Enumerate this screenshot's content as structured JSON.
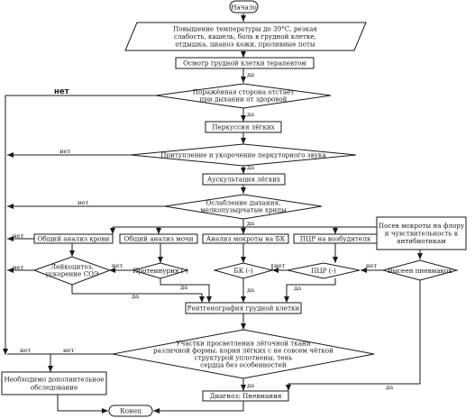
{
  "nodes": {
    "start": [
      "Начало"
    ],
    "symptoms": [
      "Повышение температуры до 39°С, резкая",
      "слабость, кашель, боль в грудной клетке,",
      "отдышка, цианоз кожи, проливные поты"
    ],
    "exam": [
      "Осмотр грудной клетки терапевтом"
    ],
    "lag": [
      "Поражённая сторона отстаёт",
      "при дыхании от здоровой"
    ],
    "percussion": [
      "Перкуссия лёгких"
    ],
    "dullness": [
      "Притупление и укорочение перкуторного звука"
    ],
    "auscultation": [
      "Аускультация лёгких"
    ],
    "weakening": [
      "Ослабление дыхания,",
      "мелкопузырчатые хрипы"
    ],
    "blood": [
      "Общий анализ крови"
    ],
    "urine": [
      "Общий анализ мочи"
    ],
    "sputum": [
      "Анализ мокроты на БК"
    ],
    "pcr": [
      "ПЦР на возбудителя"
    ],
    "culture": [
      "Посев мокроты на флору",
      "и чувствительность к",
      "антибиотикам"
    ],
    "leuko": [
      "Лейкоцитоз,",
      "ускорение СОЭ"
    ],
    "proteinuria": [
      "Протеинурия (-)"
    ],
    "bk": [
      "БК (-)"
    ],
    "pcr_neg": [
      "ПЦР  (-)"
    ],
    "pneumococcus": [
      "Высеен пневмакок"
    ],
    "xray": [
      "Рентгенография грудной клетки"
    ],
    "xray_result": [
      "Участки просветления лёгочной ткани",
      "различной формы, корни лёгких с не совсем чёткой",
      "структурой уплотнены, тень",
      "сердца без особенностей"
    ],
    "further": [
      "Необходимо дополнительное",
      "обследование"
    ],
    "diagnosis": [
      "Диагноз: Пневмания"
    ],
    "end": [
      "Конец"
    ]
  },
  "labels": {
    "yes": "да",
    "no": "нет",
    "no_bold": "нет"
  }
}
